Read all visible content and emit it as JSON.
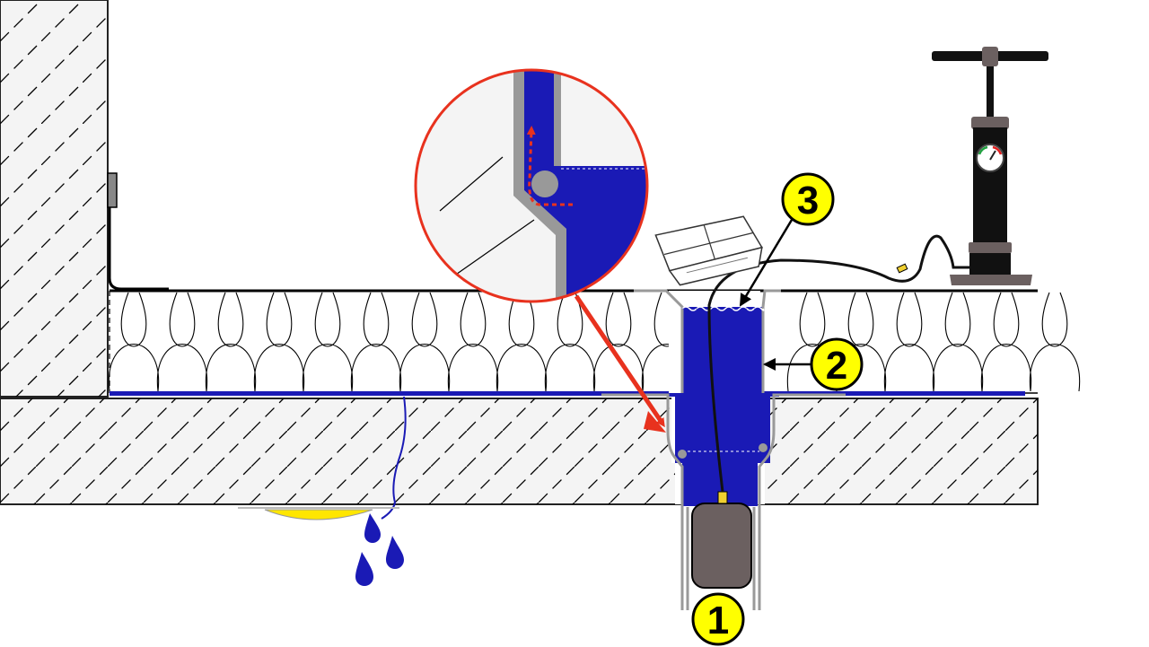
{
  "labels": {
    "one": "1",
    "two": "2",
    "three": "3"
  },
  "colors": {
    "water": "#1a1ab5",
    "badge": "#ffff00",
    "arrow_red": "#e8321e",
    "plug": "#6b6060",
    "concrete_hatch": "#000000",
    "gauge_red": "#e02020",
    "gauge_green": "#20a040",
    "hose_coupling": "#f0d030"
  },
  "icons": {
    "pump": "air-pump-icon",
    "drops": "water-drop-icon",
    "strainer": "drain-strainer-icon"
  }
}
